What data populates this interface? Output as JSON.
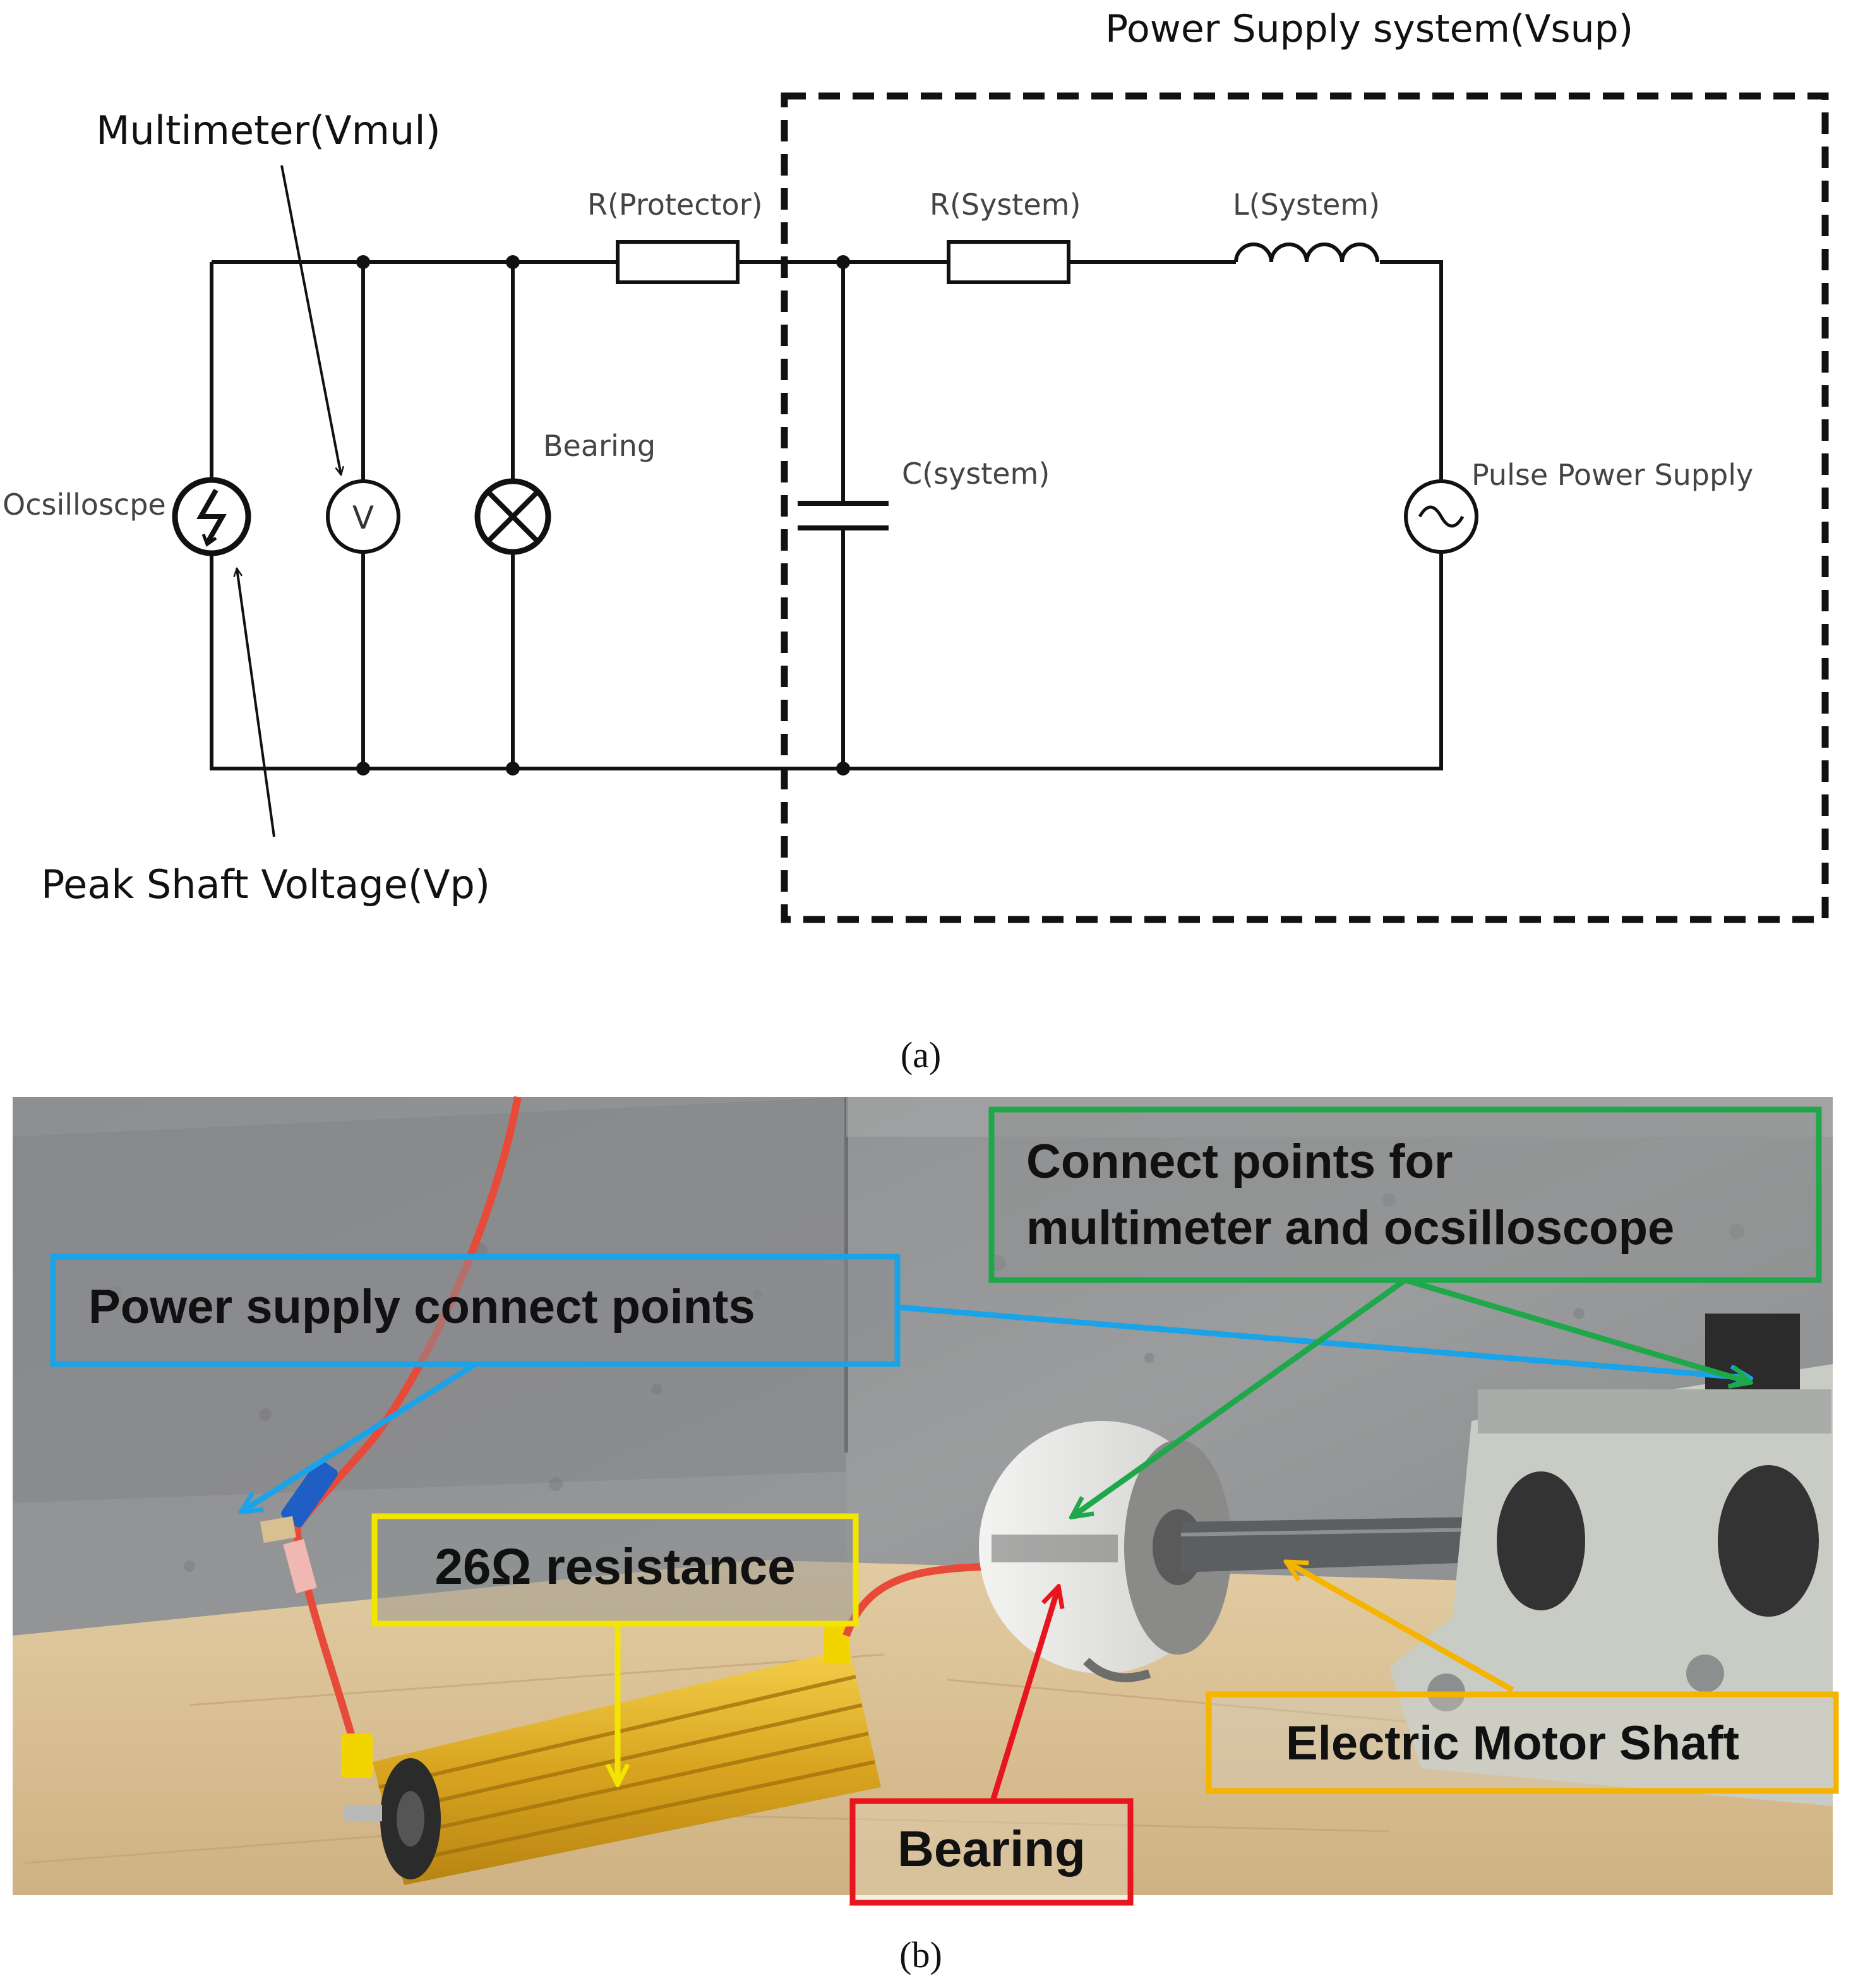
{
  "panel_a": {
    "caption": "(a)",
    "power_supply_box_label": "Power Supply system(Vsup)",
    "labels": {
      "multimeter": "Multimeter(Vmul)",
      "oscilloscope": "Ocsilloscpe",
      "peak_shaft": "Peak Shaft Voltage(Vp)",
      "bearing": "Bearing",
      "r_protector": "R(Protector)",
      "r_system": "R(System)",
      "l_system": "L(System)",
      "c_system": "C(system)",
      "pulse_supply": "Pulse Power Supply",
      "voltmeter_symbol": "V"
    }
  },
  "panel_b": {
    "caption": "(b)",
    "callouts": {
      "power_supply": "Power supply connect points",
      "connect_points_line1": "Connect points for",
      "connect_points_line2": "multimeter and ocsilloscope",
      "resistance": "26Ω resistance",
      "bearing": "Bearing",
      "motor_shaft": "Electric Motor Shaft"
    },
    "colors": {
      "blue": "#1aa3e8",
      "green": "#1ea84a",
      "yellow": "#f2e600",
      "orange": "#f5b400",
      "red": "#e8141e"
    }
  }
}
